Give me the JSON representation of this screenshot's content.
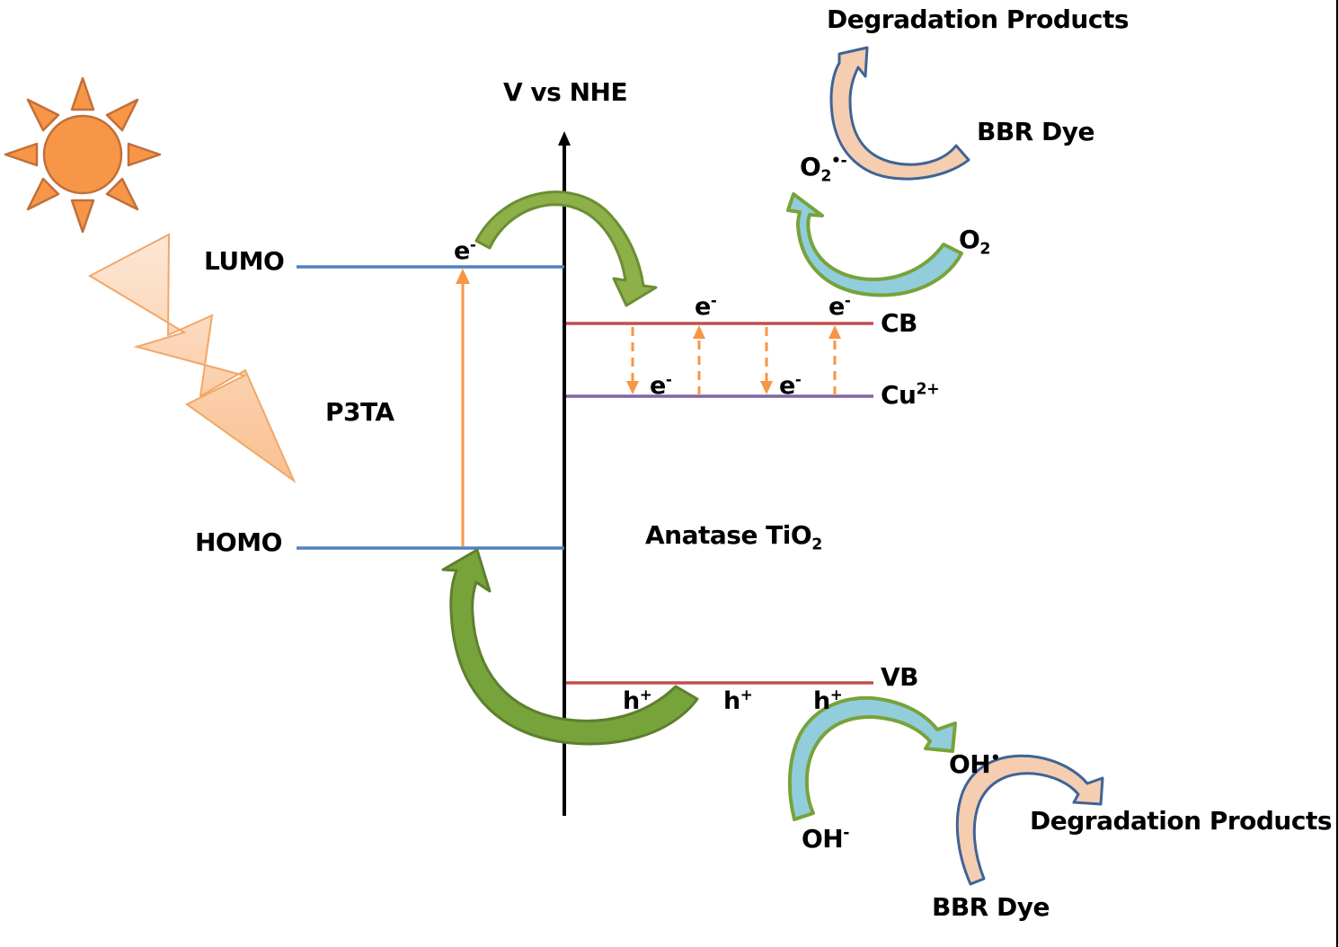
{
  "axis": {
    "label": "V vs NHE"
  },
  "materials": {
    "polymer": "P3TA",
    "semiconductor_prefix": "Anatase TiO",
    "semiconductor_sub": "2"
  },
  "levels": {
    "lumo": "LUMO",
    "homo": "HOMO",
    "cb": "CB",
    "vb": "VB",
    "dopant_base": "Cu",
    "dopant_sup": "2+"
  },
  "carriers": {
    "electron_base": "e",
    "electron_sup": "-",
    "hole_base": "h",
    "hole_sup": "+"
  },
  "species": {
    "o2_base": "O",
    "o2_sub": "2",
    "superoxide_sup": "•-",
    "hydroxide_base": "OH",
    "hydroxide_sup": "-",
    "hydroxyl_radical_base": "OH",
    "hydroxyl_radical_sup": "•",
    "dye": "BBR Dye",
    "products": "Degradation Products"
  },
  "colors": {
    "sun": "#F79646",
    "sun_stroke": "#C0703A",
    "lightning_fill": "#FBD4B4",
    "orange_arrow": "#F79646",
    "homo_lumo_line": "#4F81BD",
    "band_line": "#C0504D",
    "dopant_line": "#8064A2",
    "green_arrow": "#77A33B",
    "green_stroke": "#5E7F2E",
    "blue_arrow": "#92CDDC",
    "blue_dark": "#5D9BB0",
    "peach_arrow": "#FBD4B4",
    "tan_arrow": "#D9B59A",
    "navy_stroke": "#3F6495"
  }
}
